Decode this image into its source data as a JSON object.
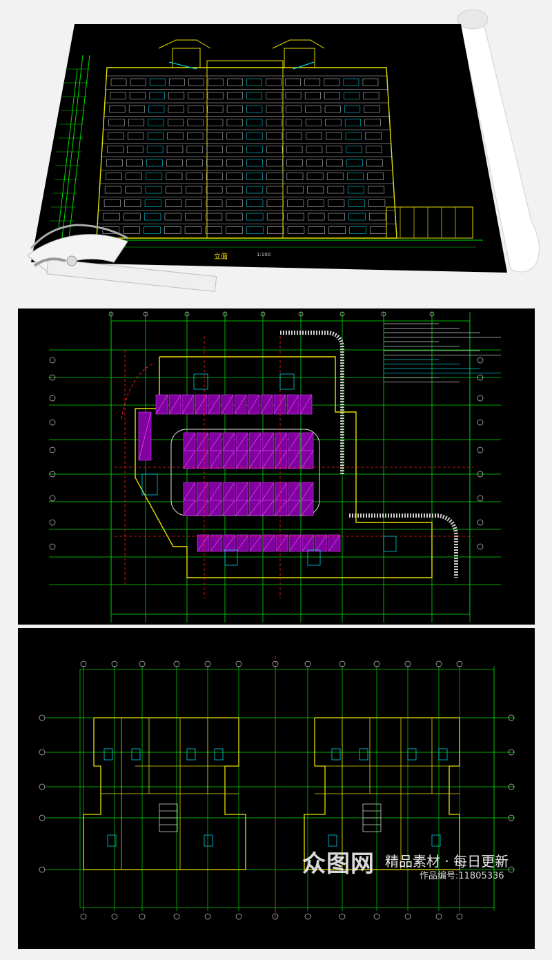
{
  "hero": {
    "drawing_title": "立面",
    "drawing_scale": "1:100"
  },
  "watermark": {
    "logo": "众图网",
    "title": "精品素材 · 每日更新",
    "id_text": "作品编号:11805336"
  },
  "colors": {
    "cad_background": "#000000",
    "grid_green": "#00e000",
    "wall_yellow": "#e8e000",
    "parking_magenta": "#c000c0",
    "axis_red": "#ff2020",
    "cyan": "#00d0e0",
    "page_bg": "#f2f2f2"
  }
}
